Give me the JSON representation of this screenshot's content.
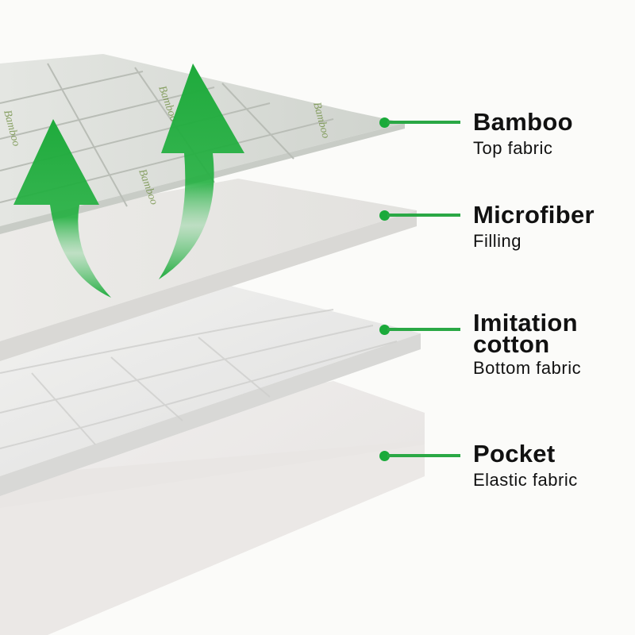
{
  "diagram": {
    "subject": "Mattress topper layer structure",
    "accent_color": "#1aaa3a",
    "layers": [
      {
        "title": "Bamboo",
        "subtitle": "Top fabric"
      },
      {
        "title": "Microfiber",
        "subtitle": "Filling"
      },
      {
        "title": "Imitation\ncotton",
        "title_line1": "Imitation",
        "title_line2": "cotton",
        "subtitle": "Bottom fabric"
      },
      {
        "title": "Pocket",
        "subtitle": "Elastic fabric"
      }
    ],
    "fabric_print_text": "Bamboo",
    "icons": [
      "airflow-arrow-up",
      "airflow-arrow-up"
    ]
  }
}
